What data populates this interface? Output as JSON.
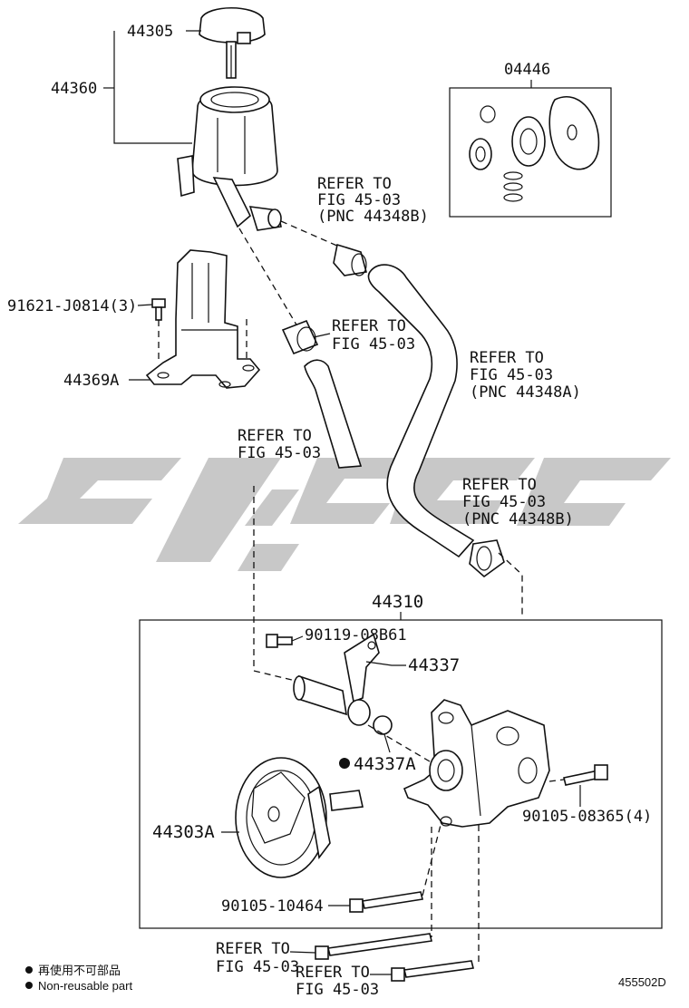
{
  "parts": {
    "p44305": "44305",
    "p44360": "44360",
    "p04446": "04446",
    "p91621": "91621-J0814(3)",
    "p44369A": "44369A",
    "p44310": "44310",
    "p90119": "90119-08B61",
    "p44337": "44337",
    "p44337A": "44337A",
    "p44303A": "44303A",
    "p90105a": "90105-08365(4)",
    "p90105b": "90105-10464"
  },
  "refs": {
    "ref1": [
      "REFER TO",
      "FIG 45-03",
      "(PNC 44348B)"
    ],
    "ref2": [
      "REFER TO",
      "FIG 45-03"
    ],
    "ref3": [
      "REFER TO",
      "FIG 45-03",
      "(PNC 44348A)"
    ],
    "ref4": [
      "REFER TO",
      "FIG 45-03"
    ],
    "ref5": [
      "REFER TO",
      "FIG 45-03",
      "(PNC 44348B)"
    ],
    "ref6": [
      "REFER TO",
      "FIG 45-03"
    ],
    "ref7": [
      "REFER TO",
      "FIG 45-03"
    ]
  },
  "legend": {
    "cn": "再使用不可部品",
    "en": "Non-reusable part"
  },
  "footer": {
    "code": "455502D"
  }
}
